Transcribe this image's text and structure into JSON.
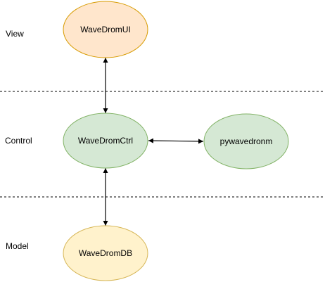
{
  "layers": [
    {
      "id": "view",
      "label": "View"
    },
    {
      "id": "control",
      "label": "Control"
    },
    {
      "id": "model",
      "label": "Model"
    }
  ],
  "nodes": [
    {
      "id": "ui",
      "label": "WaveDromUI",
      "fill": "#ffe6cc",
      "stroke": "#d79b00"
    },
    {
      "id": "ctrl",
      "label": "WaveDromCtrl",
      "fill": "#d5e8d4",
      "stroke": "#82b366"
    },
    {
      "id": "py",
      "label": "pywavedronm",
      "fill": "#d5e8d4",
      "stroke": "#82b366"
    },
    {
      "id": "db",
      "label": "WaveDromDB",
      "fill": "#fff2cc",
      "stroke": "#d6b656"
    }
  ],
  "edges": [
    {
      "from": "ui",
      "to": "ctrl",
      "bidirectional": true
    },
    {
      "from": "ctrl",
      "to": "py",
      "bidirectional": true
    },
    {
      "from": "ctrl",
      "to": "db",
      "bidirectional": true
    }
  ],
  "separators": {
    "style": "dashed",
    "color": "#000000"
  }
}
